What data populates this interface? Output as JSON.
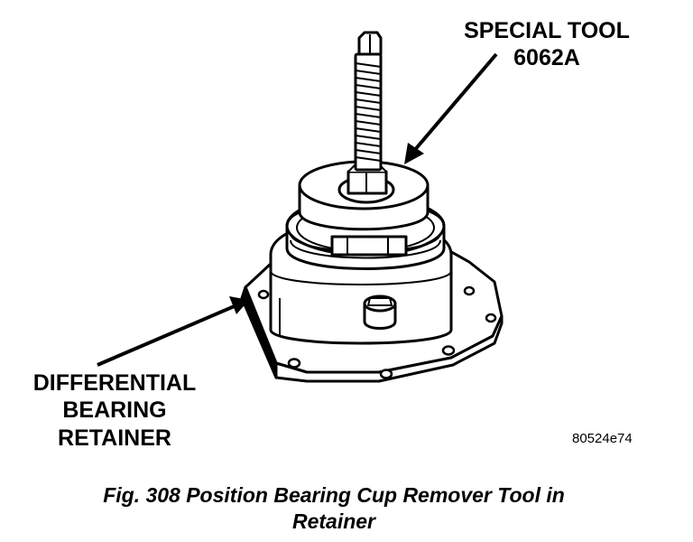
{
  "callouts": {
    "special_tool": {
      "line1": "SPECIAL TOOL",
      "line2": "6062A"
    },
    "retainer": {
      "line1": "DIFFERENTIAL",
      "line2": "BEARING",
      "line3": "RETAINER"
    }
  },
  "figure_code": "80524e74",
  "caption": {
    "line1": "Fig. 308 Position Bearing Cup Remover Tool in",
    "line2": "Retainer"
  }
}
